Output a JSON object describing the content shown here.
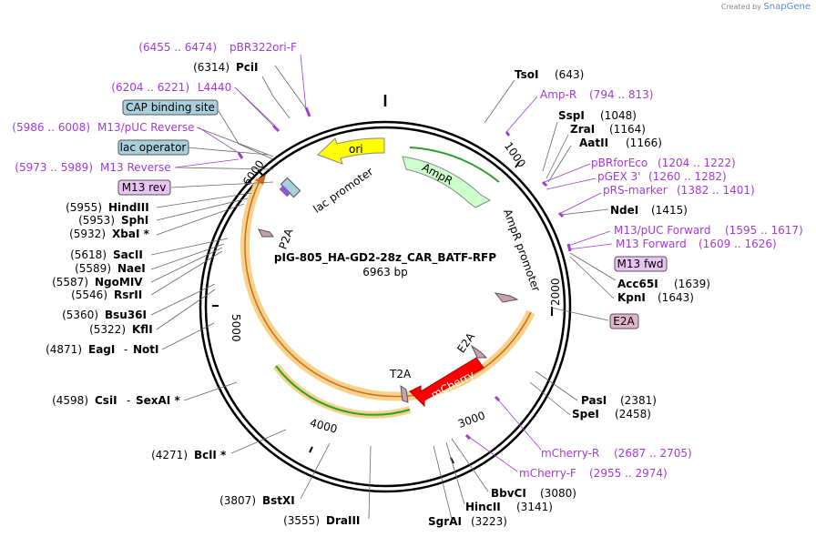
{
  "watermark": {
    "prefix": "Created by",
    "brand": "SnapGene"
  },
  "plasmid": {
    "name": "pIG-805_HA-GD2-28z_CAR_BATF-RFP",
    "size": "6963 bp",
    "length": 6963
  },
  "colors": {
    "backbone": "#000000",
    "primer": "#a33ad6",
    "ori": "#ffff00",
    "ampR": "#ccffcc",
    "mcherry": "#ff0000",
    "peptide": "#c8a0b4",
    "cds_halo": "#f5d38a",
    "cds_line": "#2ca02c",
    "box_blue": "#a8d0dc",
    "box_purple": "#e8c4f0",
    "box_pink": "#e0b4c8"
  },
  "ticks": [
    "1000",
    "2000",
    "3000",
    "4000",
    "5000",
    "6000"
  ],
  "feature_labels": {
    "ori": "ori",
    "ampr": "AmpR",
    "lac_promoter": "lac promoter",
    "ampr_promoter": "AmpR promoter",
    "p2a": "P2A",
    "e2a": "E2A",
    "t2a": "T2A",
    "mcherry": "mCherry"
  },
  "boxes": {
    "cap": "CAP binding site",
    "lacop": "lac operator",
    "m13rev": "M13 rev",
    "m13fwd": "M13 fwd",
    "e2a": "E2A"
  },
  "primers": [
    {
      "pos": "(6455 .. 6474)",
      "name": "pBR322ori-F"
    },
    {
      "pos": "(6204 .. 6221)",
      "name": "L4440"
    },
    {
      "pos": "(5986 .. 6008)",
      "name": "M13/pUC Reverse"
    },
    {
      "pos": "(5973 .. 5989)",
      "name": "M13 Reverse"
    },
    {
      "pos": "(794 .. 813)",
      "name": "Amp-R"
    },
    {
      "pos": "(1204 .. 1222)",
      "name": "pBRforEco"
    },
    {
      "pos": "(1260 .. 1282)",
      "name": "pGEX 3'"
    },
    {
      "pos": "(1382 .. 1401)",
      "name": "pRS-marker"
    },
    {
      "pos": "(1595 .. 1617)",
      "name": "M13/pUC Forward"
    },
    {
      "pos": "(1609 .. 1626)",
      "name": "M13 Forward"
    },
    {
      "pos": "(2687 .. 2705)",
      "name": "mCherry-R"
    },
    {
      "pos": "(2955 .. 2974)",
      "name": "mCherry-F"
    }
  ],
  "sites_left": [
    {
      "pos": "(6314)",
      "name": "PciI"
    },
    {
      "pos": "(5955)",
      "name": "HindIII"
    },
    {
      "pos": "(5953)",
      "name": "SphI"
    },
    {
      "pos": "(5932)",
      "name": "XbaI *"
    },
    {
      "pos": "(5618)",
      "name": "SacII"
    },
    {
      "pos": "(5589)",
      "name": "NaeI"
    },
    {
      "pos": "(5587)",
      "name": "NgoMIV"
    },
    {
      "pos": "(5546)",
      "name": "RsrII"
    },
    {
      "pos": "(5360)",
      "name": "Bsu36I"
    },
    {
      "pos": "(5322)",
      "name": "KflI"
    },
    {
      "pos": "(4871)",
      "name": "EagI",
      "name2": "NotI"
    },
    {
      "pos": "(4598)",
      "name": "CsiI",
      "name2": "SexAI *"
    },
    {
      "pos": "(4271)",
      "name": "BclI *"
    },
    {
      "pos": "(3807)",
      "name": "BstXI"
    },
    {
      "pos": "(3555)",
      "name": "DraIII"
    }
  ],
  "sites_right": [
    {
      "pos": "(643)",
      "name": "TsoI"
    },
    {
      "pos": "(1048)",
      "name": "SspI"
    },
    {
      "pos": "(1164)",
      "name": "ZraI"
    },
    {
      "pos": "(1166)",
      "name": "AatII"
    },
    {
      "pos": "(1415)",
      "name": "NdeI"
    },
    {
      "pos": "(1639)",
      "name": "Acc65I"
    },
    {
      "pos": "(1643)",
      "name": "KpnI"
    },
    {
      "pos": "(2381)",
      "name": "PasI"
    },
    {
      "pos": "(2458)",
      "name": "SpeI"
    },
    {
      "pos": "(3080)",
      "name": "BbvCI"
    },
    {
      "pos": "(3141)",
      "name": "HincII"
    },
    {
      "pos": "(3223)",
      "name": "SgrAI"
    }
  ]
}
